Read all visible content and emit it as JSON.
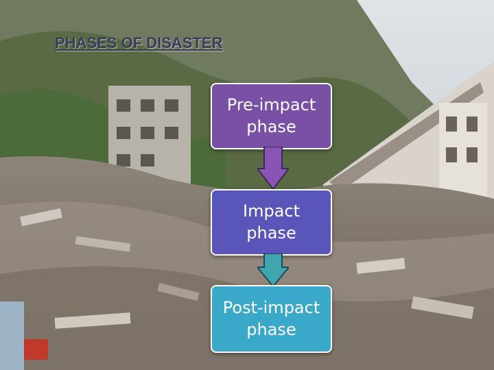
{
  "slide": {
    "title": "PHASES OF DISASTER",
    "background": "earthquake-rubble-photo"
  },
  "phases": [
    {
      "label": "Pre-impact phase",
      "color": "#7a4fa6"
    },
    {
      "label": "Impact phase",
      "color": "#5a55b8"
    },
    {
      "label": "Post-impact phase",
      "color": "#3aa8c8"
    }
  ],
  "arrows": [
    {
      "from": "Pre-impact phase",
      "to": "Impact phase",
      "color": "#8a54b5"
    },
    {
      "from": "Impact phase",
      "to": "Post-impact phase",
      "color": "#3fa6b0"
    }
  ]
}
